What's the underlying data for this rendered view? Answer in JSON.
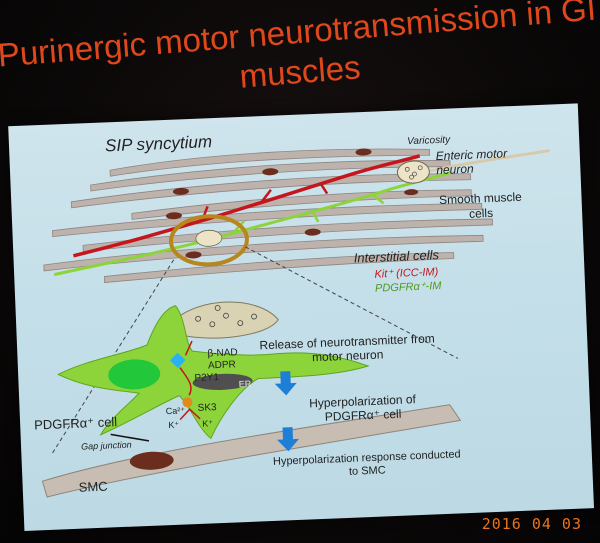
{
  "title": {
    "line1": "Purinergic motor neurotransmission in GI",
    "line2": "muscles"
  },
  "diagram": {
    "sip_label": "SIP syncytium",
    "varicosity_label": "Varicosity",
    "enteric_label": "Enteric motor neuron",
    "smooth_muscle_label": "Smooth muscle cells",
    "interstitial_label": "Interstitial cells",
    "kit_label": "Kit⁺ (ICC-IM)",
    "pdgfr_im_label": "PDGFRα⁺-IM",
    "bnad_label": "β-NAD",
    "adpr_label": "ADPR",
    "p2y1_label": "P2Y1",
    "er_label": "ER",
    "ca_label": "Ca²⁺",
    "sk3_label": "SK3",
    "k_label": "K⁺",
    "k_out_label": "K⁺",
    "pdgfr_cell_label": "PDGFRα⁺ cell",
    "gap_label": "Gap junction",
    "smc_label": "SMC",
    "release_label": "Release of neurotransmitter from motor neuron",
    "hyper_label": "Hyperpolarization of PDGFRα⁺ cell",
    "conducted_label": "Hyperpolarization response conducted to SMC"
  },
  "colors": {
    "title": "#e0481c",
    "icc_red": "#c4161c",
    "pdgfr_green": "#8cd43a",
    "arrow_blue": "#1f7fd6",
    "date": "#e8731c"
  },
  "date": "2016 04 03"
}
